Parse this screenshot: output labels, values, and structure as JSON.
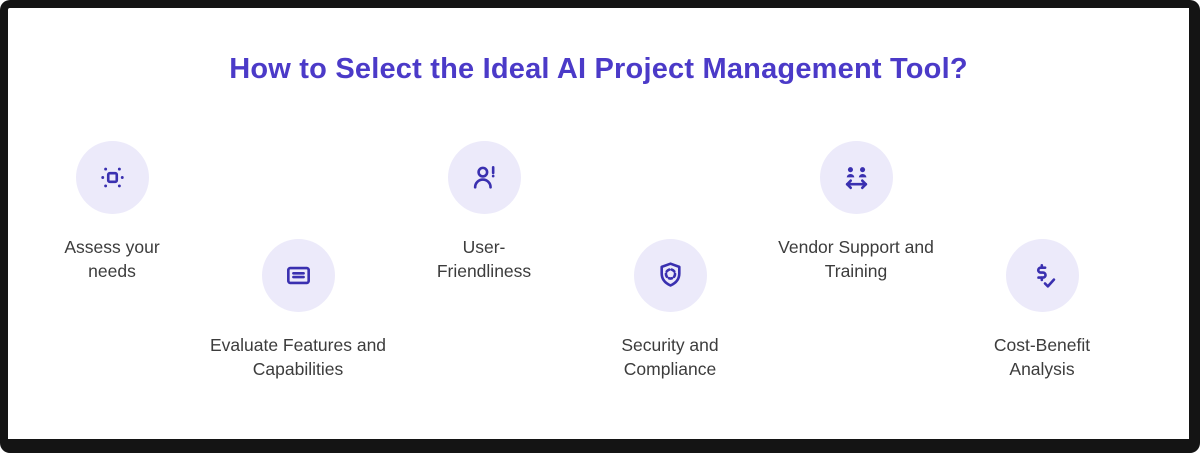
{
  "title": "How to Select the Ideal AI Project Management Tool?",
  "colors": {
    "title": "#4B3AC8",
    "icon": "#3A30B0",
    "circle_bg": "#ECEAFA",
    "label": "#3C3C3C",
    "frame_border": "#141414",
    "background": "#FFFFFF"
  },
  "steps": [
    {
      "name": "assess-your-needs",
      "icon": "scan-focus-icon",
      "label": "Assess your needs",
      "label_lines": [
        "Assess your",
        "needs"
      ],
      "row": "top"
    },
    {
      "name": "evaluate-features-and-capabilities",
      "icon": "card-text-icon",
      "label": "Evaluate Features and Capabilities",
      "label_lines": [
        "Evaluate Features and",
        "Capabilities"
      ],
      "row": "bottom"
    },
    {
      "name": "user-friendliness",
      "icon": "user-alert-icon",
      "label": "User-Friendliness",
      "label_lines": [
        "User-",
        "Friendliness"
      ],
      "row": "top"
    },
    {
      "name": "security-and-compliance",
      "icon": "shield-scan-icon",
      "label": "Security and Compliance",
      "label_lines": [
        "Security and",
        "Compliance"
      ],
      "row": "bottom"
    },
    {
      "name": "vendor-support-and-training",
      "icon": "people-exchange-icon",
      "label": "Vendor Support and Training",
      "label_lines": [
        "Vendor Support and",
        "Training"
      ],
      "row": "top"
    },
    {
      "name": "cost-benefit-analysis",
      "icon": "dollar-check-icon",
      "label": "Cost-Benefit Analysis",
      "label_lines": [
        "Cost-Benefit",
        "Analysis"
      ],
      "row": "bottom"
    }
  ]
}
